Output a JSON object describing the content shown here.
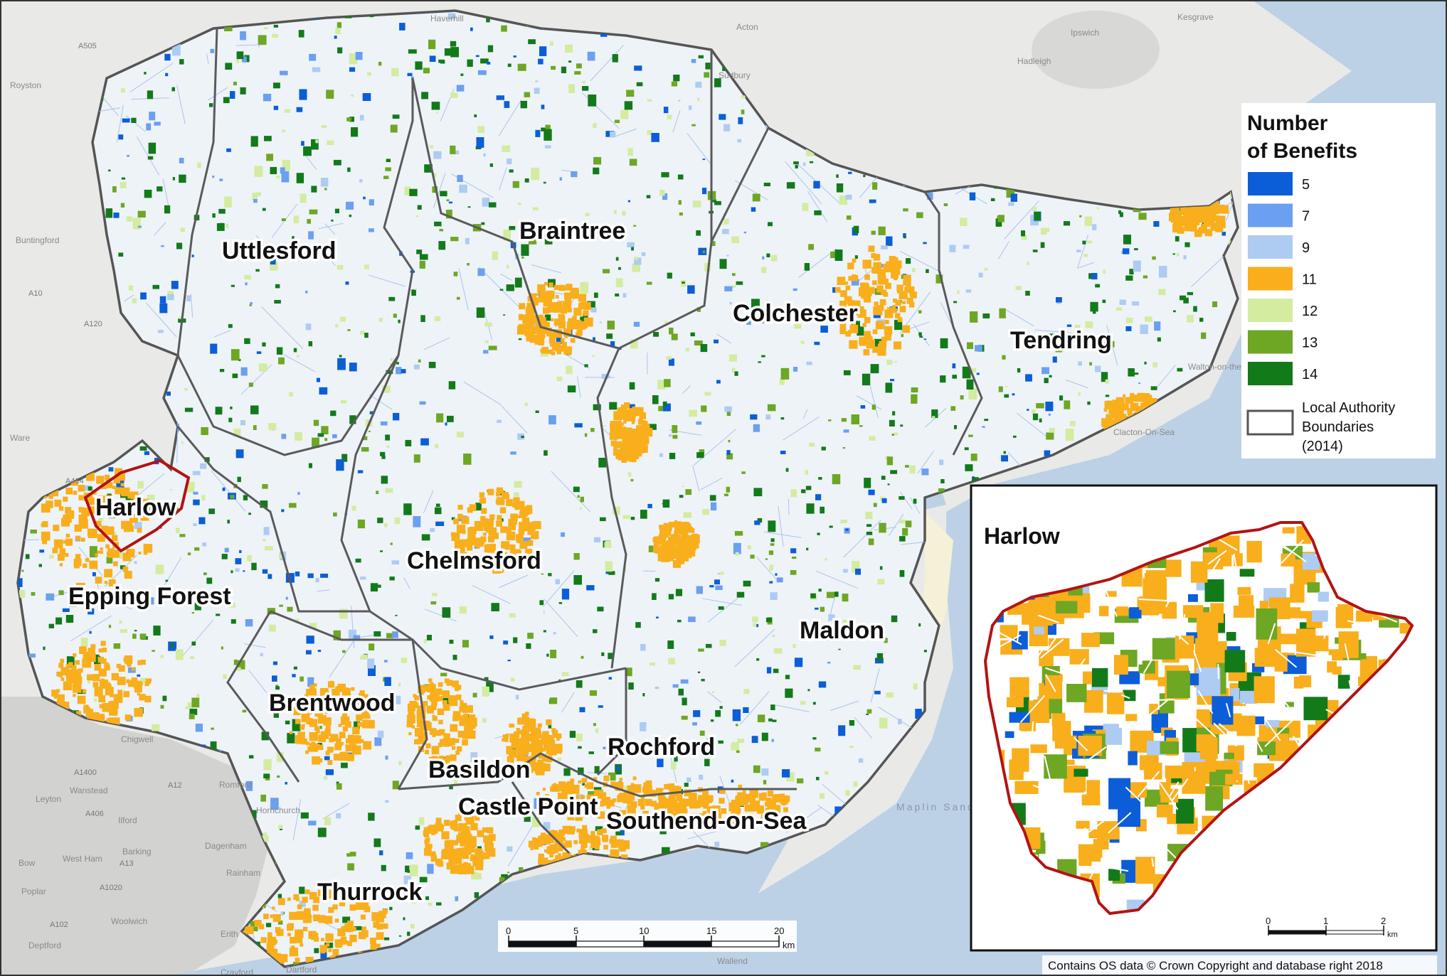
{
  "colors": {
    "benefit_5": "#0b5ed8",
    "benefit_7": "#6b9ff0",
    "benefit_9": "#aecbf2",
    "benefit_11": "#f9ae1c",
    "benefit_12": "#d3eca0",
    "benefit_13": "#6da723",
    "benefit_14": "#137a1a",
    "boundary": "#555555",
    "harlow_outline": "#b31313",
    "sea": "#bcd1e6",
    "sand": "#f5f0d8"
  },
  "districts": [
    {
      "name": "Uttlesford"
    },
    {
      "name": "Braintree"
    },
    {
      "name": "Colchester"
    },
    {
      "name": "Tendring"
    },
    {
      "name": "Harlow"
    },
    {
      "name": "Epping Forest"
    },
    {
      "name": "Chelmsford"
    },
    {
      "name": "Maldon"
    },
    {
      "name": "Brentwood"
    },
    {
      "name": "Rochford"
    },
    {
      "name": "Basildon"
    },
    {
      "name": "Castle Point"
    },
    {
      "name": "Southend-on-Sea"
    },
    {
      "name": "Thurrock"
    }
  ],
  "basemap_places": [
    "Haverhill",
    "Acton",
    "Kesgrave",
    "Ipswich",
    "Hadleigh",
    "Sudbury",
    "Royston",
    "A505",
    "Buntingford",
    "A10",
    "A120",
    "Ware",
    "A414",
    "A1400",
    "Leyton",
    "Wanstead",
    "A406",
    "Ilford",
    "Romford",
    "A12",
    "Hornchurch",
    "Dagenham",
    "Barking",
    "West Ham",
    "Bow",
    "A13",
    "Poplar",
    "A1020",
    "A102",
    "Woolwich",
    "Deptford",
    "Erith",
    "Dartford",
    "Crayford",
    "Rainham",
    "Chigwell",
    "Wallend",
    "Maplin Sands",
    "Walton-on-the-Naze",
    "Clacton-On-Sea"
  ],
  "legend": {
    "title_line1": "Number",
    "title_line2": "of Benefits",
    "items": [
      {
        "label": "5",
        "color": "#0b5ed8"
      },
      {
        "label": "7",
        "color": "#6b9ff0"
      },
      {
        "label": "9",
        "color": "#aecbf2"
      },
      {
        "label": "11",
        "color": "#f9ae1c"
      },
      {
        "label": "12",
        "color": "#d3eca0"
      },
      {
        "label": "13",
        "color": "#6da723"
      },
      {
        "label": "14",
        "color": "#137a1a"
      }
    ],
    "boundary_line1": "Local Authority",
    "boundary_line2": "Boundaries",
    "boundary_line3": "(2014)"
  },
  "inset": {
    "title": "Harlow"
  },
  "scalebar_main": {
    "ticks": [
      "0",
      "5",
      "10",
      "15",
      "20"
    ],
    "unit": "km"
  },
  "scalebar_inset": {
    "ticks": [
      "0",
      "1",
      "2"
    ],
    "unit": "km"
  },
  "copyright": "Contains OS data © Crown Copyright and database right 2018"
}
